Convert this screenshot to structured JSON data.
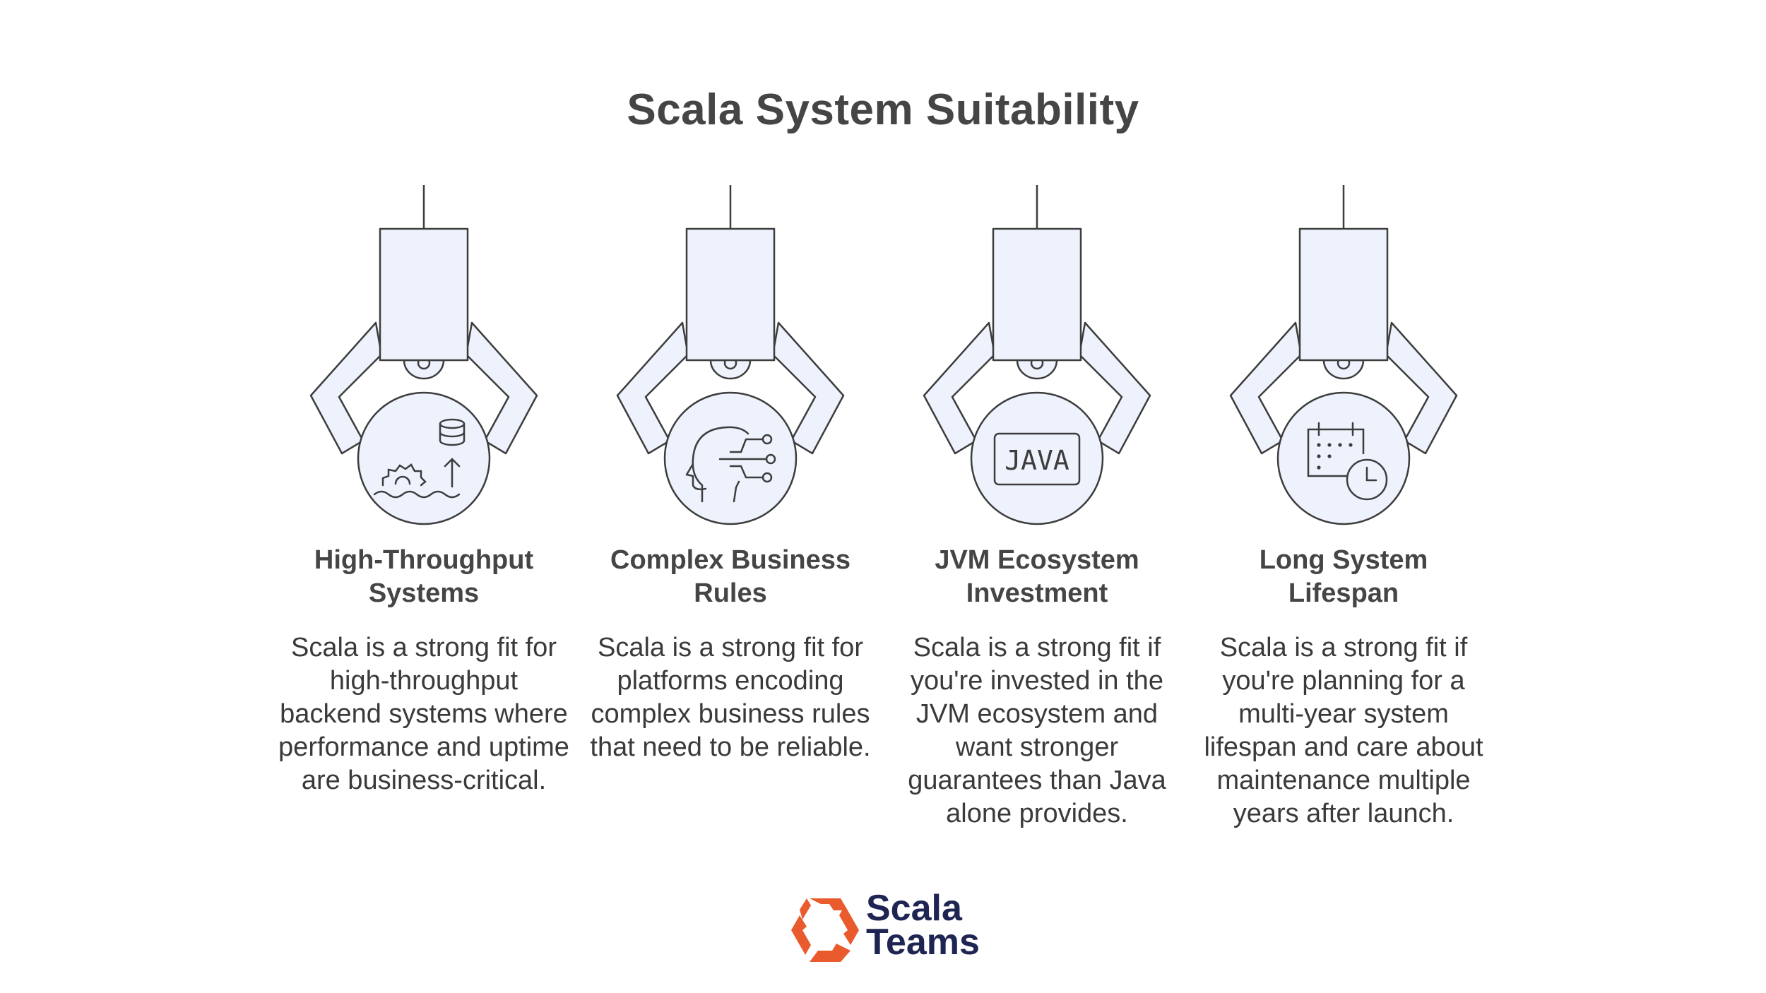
{
  "title": "Scala System Suitability",
  "colors": {
    "fill": "#eef2fd",
    "stroke": "#3d3d3d",
    "logo_orange": "#e95b2d",
    "logo_navy": "#1f2553"
  },
  "cards": [
    {
      "title": "High-Throughput Systems",
      "description": "Scala is a strong fit for high-throughput backend systems where performance and uptime are business-critical.",
      "icon": "database-gear-arrow-icon"
    },
    {
      "title": "Complex Business Rules",
      "description": "Scala is a strong fit for platforms encoding complex business rules that need to be reliable.",
      "icon": "head-network-icon"
    },
    {
      "title": "JVM Ecosystem Investment",
      "description": "Scala is a strong fit if you're invested in the JVM ecosystem and want stronger guarantees than Java alone provides.",
      "icon": "java-badge-icon",
      "icon_text": "JAVA"
    },
    {
      "title": "Long System Lifespan",
      "description": "Scala is a strong fit if you're planning for a multi-year system lifespan and care about maintenance multiple years after launch.",
      "icon": "calendar-clock-icon"
    }
  ],
  "logo": {
    "line1": "Scala",
    "line2": "Teams"
  }
}
